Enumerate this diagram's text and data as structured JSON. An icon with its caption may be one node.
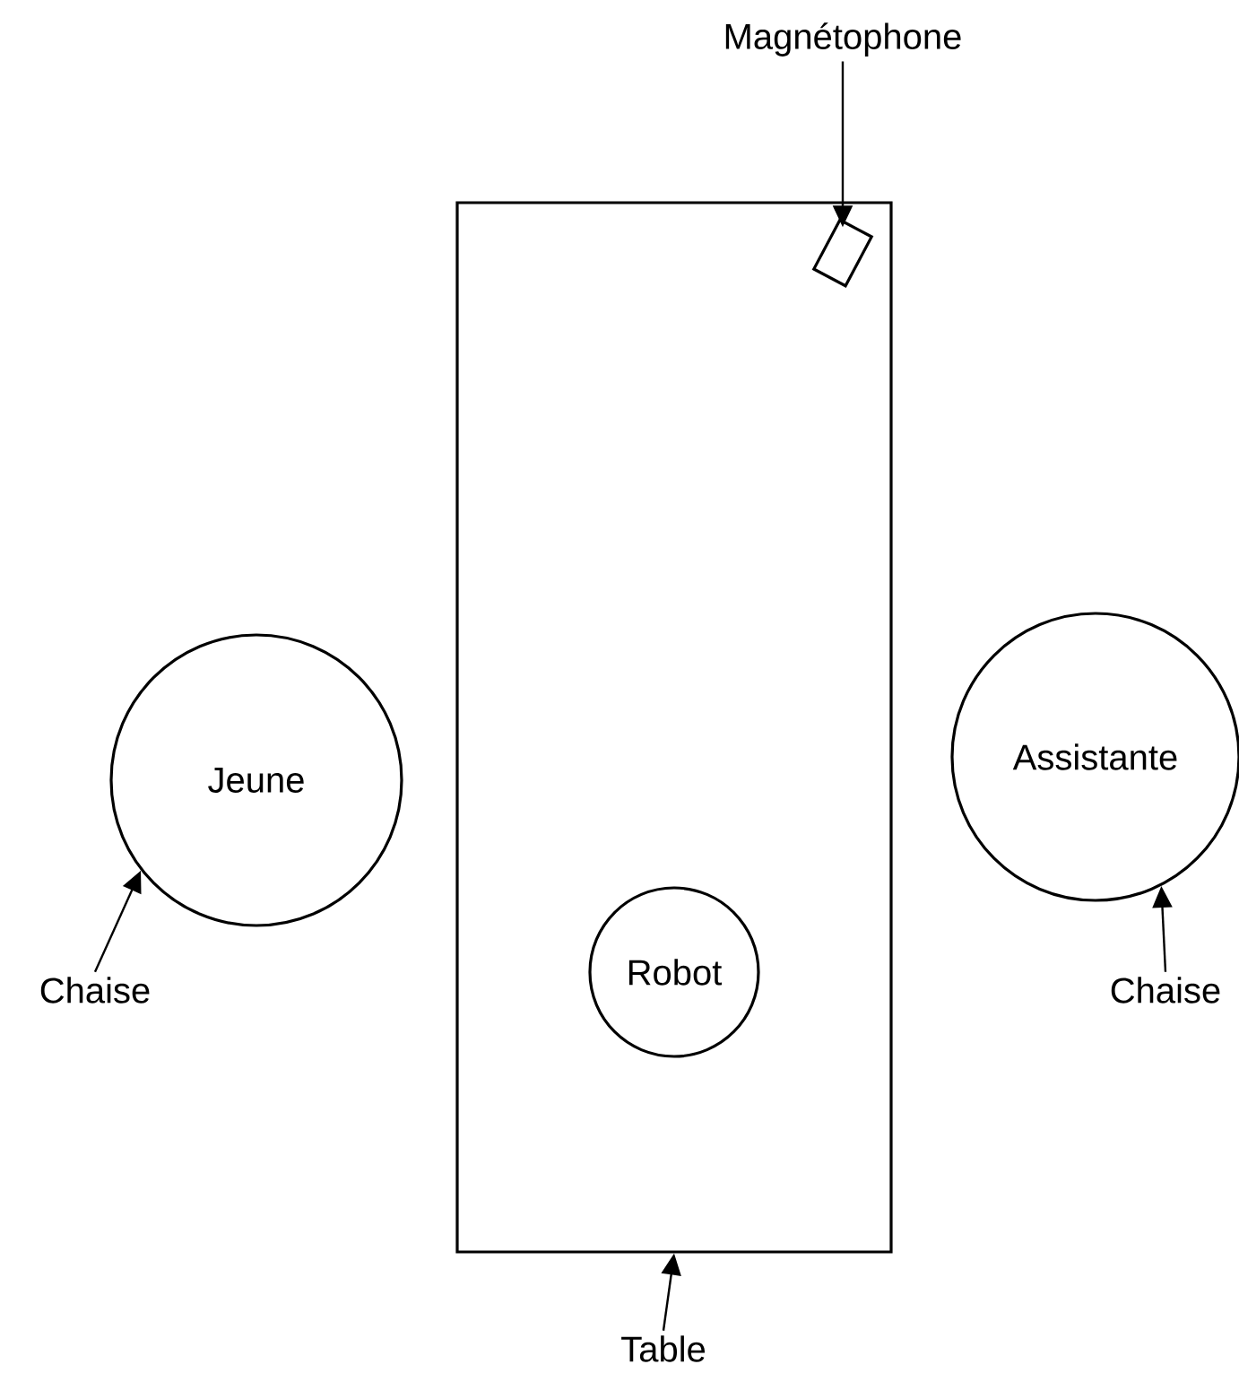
{
  "diagram": {
    "nodes": [
      {
        "text": [],
        "shape": "box"
      },
      {
        "text": [
          "Robot"
        ],
        "in": 0
      },
      {
        "text": [],
        "shape": "box",
        "in": 0
      },
      {
        "text": [
          "Jeune"
        ]
      },
      {
        "text": [
          "Assistante"
        ]
      },
      {
        "text": [
          "Magnétophone"
        ]
      },
      {
        "text": [
          "Chaise"
        ]
      },
      {
        "text": [
          "Chaise"
        ]
      },
      {
        "text": [
          "Table"
        ]
      }
    ],
    "edges": [
      {
        "from": 5,
        "to": 2,
        "arrow": "to"
      },
      {
        "from": 6,
        "to": 3,
        "arrow": "to"
      },
      {
        "from": 7,
        "to": 4,
        "arrow": "to"
      },
      {
        "from": 8,
        "to": 0,
        "arrow": "to"
      }
    ]
  }
}
